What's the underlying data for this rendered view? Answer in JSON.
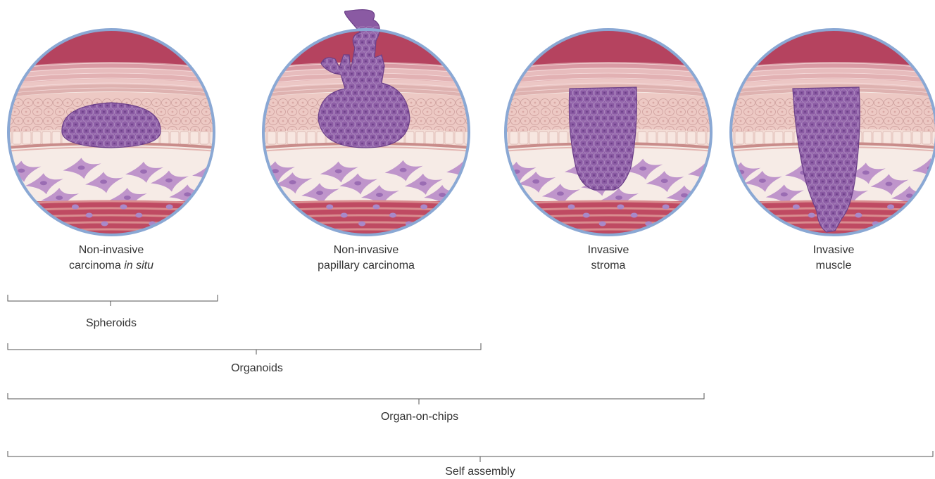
{
  "stages": [
    {
      "id": "cis",
      "line1": "Non-invasive",
      "line2_prefix": "carcinoma ",
      "line2_italic": "in situ",
      "line2_suffix": "",
      "tumor": "dome"
    },
    {
      "id": "papillary",
      "line1": "Non-invasive",
      "line2_prefix": "papillary carcinoma",
      "line2_italic": "",
      "line2_suffix": "",
      "tumor": "papillary"
    },
    {
      "id": "stroma",
      "line1": "Invasive",
      "line2_prefix": "stroma",
      "line2_italic": "",
      "line2_suffix": "",
      "tumor": "invasive-stroma"
    },
    {
      "id": "muscle",
      "line1": "Invasive",
      "line2_prefix": "muscle",
      "line2_italic": "",
      "line2_suffix": "",
      "tumor": "invasive-muscle"
    }
  ],
  "models": [
    {
      "label": "Spheroids",
      "spans_stages": 1
    },
    {
      "label": "Organoids",
      "spans_stages": 2
    },
    {
      "label": "Organ-on-chips",
      "spans_stages": 3
    },
    {
      "label": "Self assembly",
      "spans_stages": 4
    }
  ],
  "colors": {
    "rim": "#8aa8d4",
    "lumen": "#b5435f",
    "umbrella": "#dba9ad",
    "urothelium": "#edc9c4",
    "cell_line": "#c99a98",
    "basement": "#c98c8a",
    "stroma_bg": "#f6ebe6",
    "fibroblast": "#b98cc8",
    "muscle": "#bf4a62",
    "muscle_band": "#d98c8f",
    "tumor": "#8a5aa3",
    "tumor_dark": "#6b3f88",
    "tumor_line": "#bfa0cf"
  }
}
